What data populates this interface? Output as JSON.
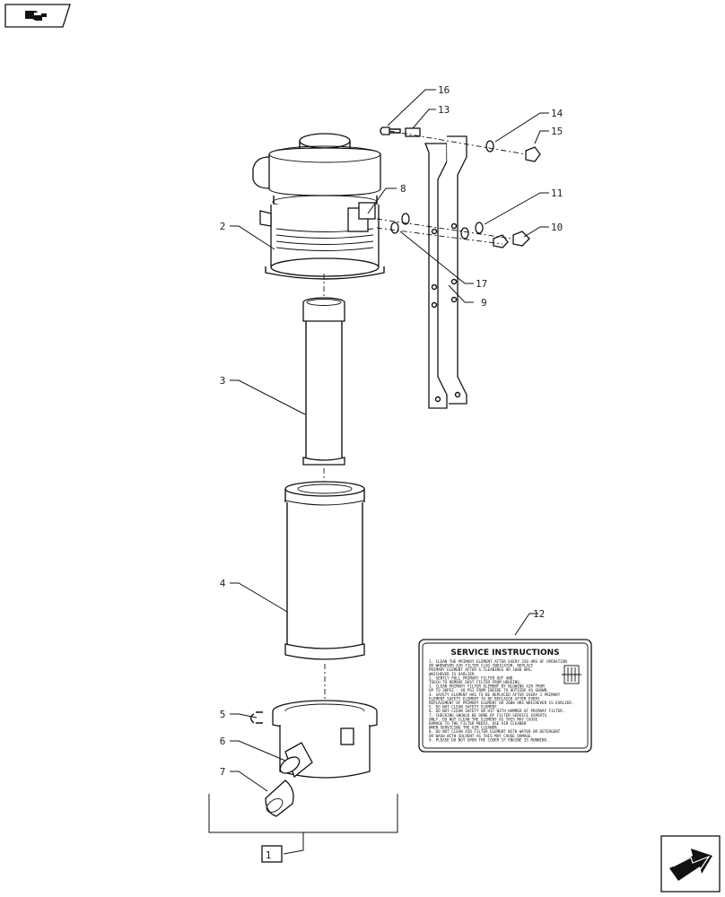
{
  "nav": {
    "prev_icon": "hand-pointing-back-icon",
    "next_icon": "arrow-next-icon"
  },
  "callouts": {
    "c1": "1",
    "c2": "2",
    "c3": "3",
    "c4": "4",
    "c5": "5",
    "c6": "6",
    "c7": "7",
    "c8": "8",
    "c9": "9",
    "c10": "10",
    "c11": "11",
    "c12": "12",
    "c13": "13",
    "c14": "14",
    "c15": "15",
    "c16": "16",
    "c17": "17"
  },
  "decal": {
    "title": "SERVICE INSTRUCTIONS",
    "lines": [
      "1. CLEAN THE PRIMARY ELEMENT AFTER EVERY 250 HRS OF OPERATION",
      "   OR WHENEVER AIR FILTER CLOG INDICATOR. REPLACE",
      "   PRIMARY ELEMENT AFTER 6 CLEANINGS OR 1000 HRS.",
      "   WHICHEVER IS EARLIER.",
      "2. GENTLY PULL PRIMARY FILTER OUT AND",
      "   TOUCH TO REMOVE DUST FILTER FROM HOUSING.",
      "3. CLEAN PRIMARY FILTER ELEMENT BY BLOWING AIR FROM",
      "   UP TO 30PSI - 40 PSI FROM INSIDE TO OUTSIDE AS SHOWN.",
      "4. SAFETY ELEMENT HAS TO BE REPLACED AFTER EVERY 3 PRIMARY",
      "   ELEMENT SAFETY ELEMENT TO BE REPLACED AFTER EVERY",
      "   REPLACEMENT OF PRIMARY ELEMENT OR 2000 HRS WHICHEVER IS EARLIER.",
      "5. DO NOT CLEAN SAFETY ELEMENT.",
      "6. DO NOT CLEAN SAFETY OR HIT WITH HAMMER OF PRIMARY FILTER.",
      "7. CHECKING SHOULD BE DONE BY FILTER SERVICE EXPERTS",
      "   ONLY. DO NOT CLEAN THE ELEMENT AS THIS MAY CAUSE",
      "   DAMAGE TO THE FILTER MEDIA. USE AIR CLEANER",
      "   WHEN SERVICING THE AIR CLEANER.",
      "8. DO NOT CLEAN AIR FILTER ELEMENT WITH WATER OR DETERGENT",
      "   OR WASH WITH SOLVENT AS THIS MAY CAUSE DAMAGE.",
      "9. PLEASE DO NOT OPEN THE COVER IF ENGINE IS RUNNING."
    ]
  }
}
